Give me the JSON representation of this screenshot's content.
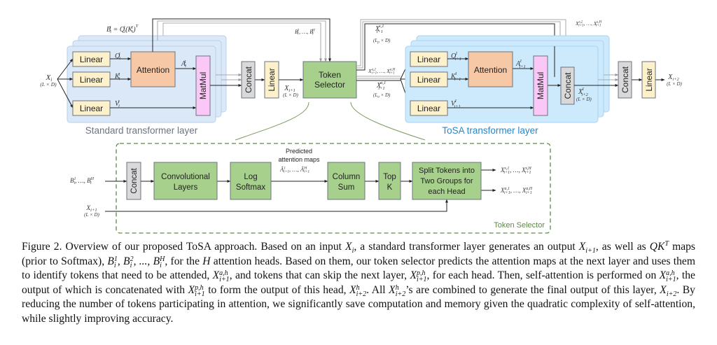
{
  "standard_layer": {
    "title": "Standard transformer layer",
    "input_label": "X",
    "input_sub": "i",
    "input_dim": "(L × D)",
    "linear_label": "Linear",
    "attention_label": "Attention",
    "matmul_label": "MatMul",
    "q_label": "Q",
    "k_label": "K",
    "v_label": "V",
    "a_label": "A",
    "head_sup": "1",
    "sub": "i",
    "b_equation": "B",
    "b_equation_rest": " = Q",
    "b_equation_tail": "(K",
    "b_equation_end": ")",
    "b_equation_T": "T",
    "b_rest_label": "B",
    "b_rest_sup": "2",
    "b_rest_mid": ", …, B",
    "b_rest_supH": "H"
  },
  "middle": {
    "concat_label": "Concat",
    "linear_label": "Linear",
    "x_label": "X",
    "x_sub": "i+1",
    "x_dim": "(L × D)",
    "token_selector_line1": "Token",
    "token_selector_line2": "Selector",
    "skip_label_sup": "s,1",
    "skip_label_sub": "i+1",
    "skip_dim": "(L",
    "skip_dim_sub": "p",
    "skip_dim_end": " × D)",
    "attend_others": "X",
    "attend_others_sup1": "a,2",
    "attend_others_mid": ", …, X",
    "attend_others_supH": "a,H",
    "attend_label_sup": "a,1",
    "attend_dim_sub": "a"
  },
  "tosa_layer": {
    "title": "ToSA transformer layer",
    "linear_label": "Linear",
    "attention_label": "Attention",
    "matmul_label": "MatMul",
    "concat_label": "Concat",
    "sub": "i+1",
    "out_sub": "i+2",
    "out_dim": "(L × D)",
    "skip_others_sup1": "s,2",
    "skip_others_supH": "s,H"
  },
  "output": {
    "concat_label": "Concat",
    "linear_label": "Linear",
    "x_label": "X",
    "x_sub": "i+2",
    "x_dim": "(L × D)"
  },
  "token_selector": {
    "title": "Token Selector",
    "input_b": "B",
    "input_b_mid": ", …, B",
    "input_x_dim": "(L × D)",
    "concat_label": "Concat",
    "conv_line1": "Convolutional",
    "conv_line2": "Layers",
    "logsoftmax_line1": "Log",
    "logsoftmax_line2": "Softmax",
    "predicted_line1": "Predicted",
    "predicted_line2": "attention maps",
    "predicted_maps": "Â",
    "predicted_maps_mid": ", …, Â",
    "colsum_line1": "Column",
    "colsum_line2": "Sum",
    "topk_line1": "Top",
    "topk_line2": "K",
    "split_line1": "Split Tokens into",
    "split_line2": "Two Groups for",
    "split_line3": "each Head",
    "out_skip_sup1": "s,1",
    "out_skip_supH": "s,H",
    "out_attend_sup1": "a,1",
    "out_attend_supH": "a,H"
  },
  "colors": {
    "linear_fill": "#fdf1cc",
    "attention_fill": "#f6c8a6",
    "matmul_fill": "#fbc7f7",
    "concat_fill": "#d9d9d9",
    "green_fill": "#a8d08d",
    "std_panel": "#dae8f7",
    "tosa_panel": "#cde9fc",
    "dashed": "#5e8a44",
    "std_title": "#6c7580",
    "tosa_title": "#2a86c7",
    "ts_title": "#5e8a44"
  },
  "caption": {
    "p1": "Figure 2.  Overview of our proposed ToSA approach.  Based on an input ",
    "p2": ", a standard transformer layer generates an output ",
    "p3": ", as well as ",
    "p4": " maps (prior to Softmax), ",
    "p5": ", for the ",
    "p6": " attention heads. Based on them, our token selector predicts the attention maps at the next layer and uses them to identify tokens that need to be attended, ",
    "p7": ", and tokens that can skip the next layer, ",
    "p8": ", for each head. Then, self-attention is performed on ",
    "p9": ", the output of which is concatenated with ",
    "p10": " to form the output of this head, ",
    "p11": ". All ",
    "p12": "’s are combined to generate the final output of this layer, ",
    "p13": ". By reducing the number of tokens participating in attention, we significantly save computation and memory given the quadratic complexity of self-attention, while slightly improving accuracy."
  }
}
